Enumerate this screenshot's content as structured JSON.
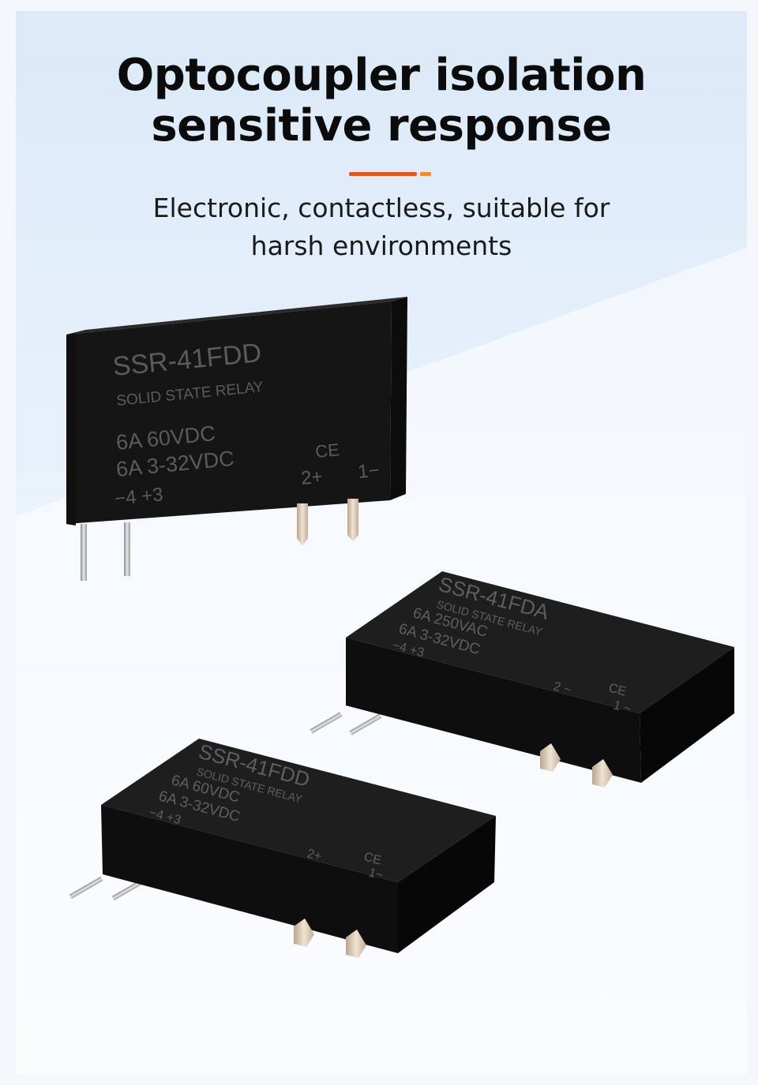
{
  "headline": {
    "line1": "Optocoupler isolation",
    "line2": "sensitive response"
  },
  "subtitle": {
    "line1": "Electronic, contactless, suitable for",
    "line2": "harsh environments"
  },
  "colors": {
    "accent_main": "#e0571c",
    "accent_tail": "#f08a2a",
    "relay_body": "#151515",
    "relay_print": "#5b5b5b",
    "pin": "#d8c7b1"
  },
  "relay_1": {
    "model": "SSR-41FDD",
    "type": "SOLID STATE RELAY",
    "load_rating": "6A  60VDC",
    "input_rating": "6A 3-32VDC",
    "ce": "CE",
    "terminal_out": "2+",
    "terminal_out2": "1−",
    "terminal_in": "−4 +3"
  },
  "relay_2": {
    "model": "SSR-41FDA",
    "type": "SOLID STATE RELAY",
    "load_rating": "6A  250VAC",
    "input_rating": "6A 3-32VDC",
    "ce": "CE",
    "terminal_out": "2 ~",
    "terminal_out2": "1 ~",
    "terminal_in": "−4 +3"
  },
  "relay_3": {
    "model": "SSR-41FDD",
    "type": "SOLID STATE RELAY",
    "load_rating": "6A  60VDC",
    "input_rating": "6A 3-32VDC",
    "ce": "CE",
    "terminal_out": "2+",
    "terminal_out2": "1−",
    "terminal_in": "−4 +3"
  }
}
